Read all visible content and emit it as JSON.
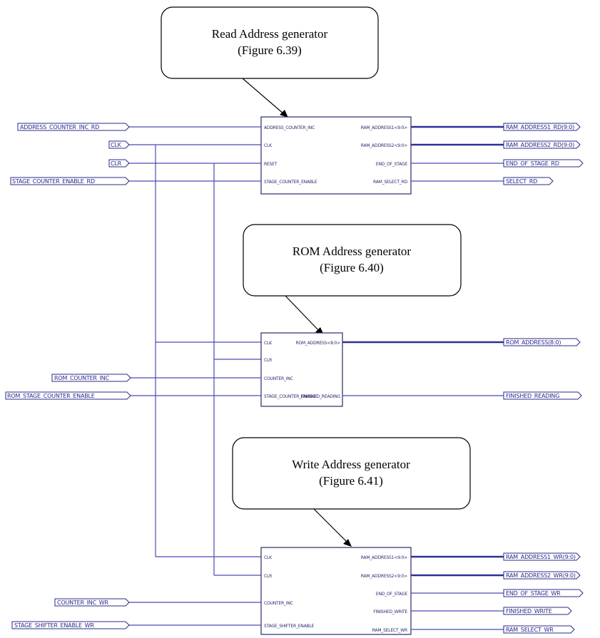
{
  "callouts": {
    "read": {
      "line1": "Read Address generator",
      "line2": "(Figure 6.39)"
    },
    "rom": {
      "line1": "ROM Address generator",
      "line2": "(Figure 6.40)"
    },
    "write": {
      "line1": "Write Address generator",
      "line2": "(Figure 6.41)"
    }
  },
  "inputs": {
    "address_counter_inc_rd": "ADDRESS_COUNTER_INC_RD",
    "clk": "CLK",
    "clr": "CLR",
    "stage_counter_enable_rd": "STAGE_COUNTER_ENABLE_RD",
    "rom_counter_inc": "ROM_COUNTER_INC",
    "rom_stage_counter_enable": "ROM_STAGE_COUNTER_ENABLE",
    "counter_inc_wr": "COUNTER_INC_WR",
    "stage_shifter_enable_wr": "STAGE_SHIFTER_ENABLE_WR"
  },
  "outputs": {
    "ram_address1_rd": "RAM_ADDRESS1_RD(9:0)",
    "ram_address2_rd": "RAM_ADDRESS2_RD(9:0)",
    "end_of_stage_rd": "END_OF_STAGE_RD",
    "select_rd": "SELECT_RD",
    "rom_address": "ROM_ADDRESS(8:0)",
    "finished_reading": "FINISHED_READING",
    "ram_address1_wr": "RAM_ADDRESS1_WR(9:0)",
    "ram_address2_wr": "RAM_ADDRESS2_WR(9:0)",
    "end_of_stage_wr": "END_OF_STAGE_WR",
    "finished_write": "FINISHED_WRITE",
    "ram_select_wr": "RAM_SELECT_WR"
  },
  "read_block": {
    "in_pins": [
      "ADDRESS_COUNTER_INC",
      "CLK",
      "RESET",
      "STAGE_COUNTER_ENABLE"
    ],
    "out_pins": [
      "RAM_ADDRESS1<9:0>",
      "RAM_ADDRESS2<9:0>",
      "END_OF_STAGE",
      "RAM_SELECT_RD"
    ]
  },
  "rom_block": {
    "in_pins": [
      "CLK",
      "CLR",
      "COUNTER_INC",
      "STAGE_COUNTER_ENABLE"
    ],
    "out_pins": [
      "ROM_ADDRESS<8:0>",
      "FINISHED_READING"
    ]
  },
  "write_block": {
    "in_pins": [
      "CLK",
      "CLR",
      "COUNTER_INC",
      "STAGE_SHIFTER_ENABLE"
    ],
    "out_pins": [
      "RAM_ADDRESS1<9:0>",
      "RAM_ADDRESS2<9:0>",
      "END_OF_STAGE",
      "FINISHED_WRITE",
      "RAM_SELECT_WR"
    ]
  }
}
